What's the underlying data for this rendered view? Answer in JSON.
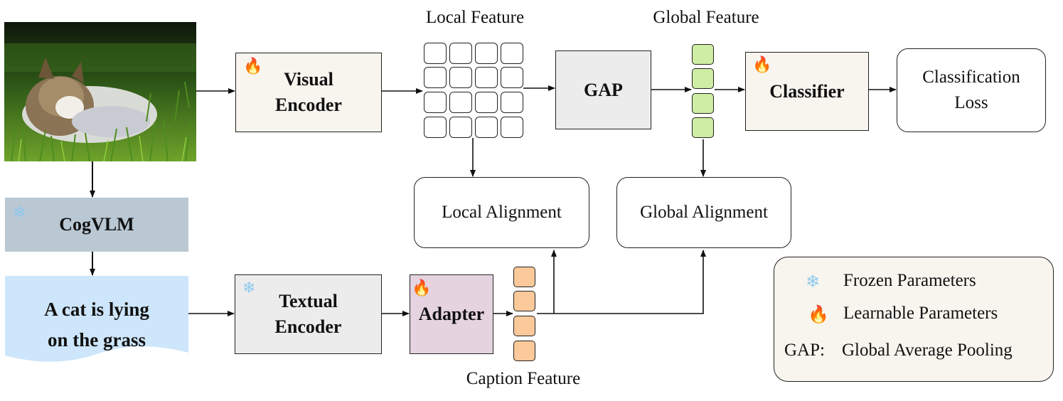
{
  "boxes": {
    "visual_encoder": "Visual\nEncoder",
    "gap": "GAP",
    "classifier": "Classifier",
    "classification_loss": "Classification\nLoss",
    "cogvlm": "CogVLM",
    "caption_text": "A cat is lying\non the grass",
    "textual_encoder": "Textual\nEncoder",
    "adapter": "Adapter",
    "local_alignment": "Local Alignment",
    "global_alignment": "Global Alignment"
  },
  "labels": {
    "local_feature": "Local Feature",
    "global_feature": "Global Feature",
    "caption_feature": "Caption Feature"
  },
  "legend": {
    "frozen": "Frozen Parameters",
    "learnable": "Learnable Parameters",
    "gap_key": "GAP:",
    "gap_value": "Global Average Pooling"
  },
  "icons": {
    "learnable": "fire-icon",
    "frozen": "snowflake-icon"
  },
  "colors": {
    "encoder_fill": "#f7f5ee",
    "gap_fill": "#ececec",
    "cogvlm_fill": "#b9c8d3",
    "caption_fill": "#cde6fb",
    "textual_fill": "#ececec",
    "adapter_fill": "#e5d3e0",
    "global_cell": "#cfeea3",
    "caption_cell": "#fbc99a",
    "fire": "#ef4b1c",
    "snow": "#8ec9ee"
  }
}
